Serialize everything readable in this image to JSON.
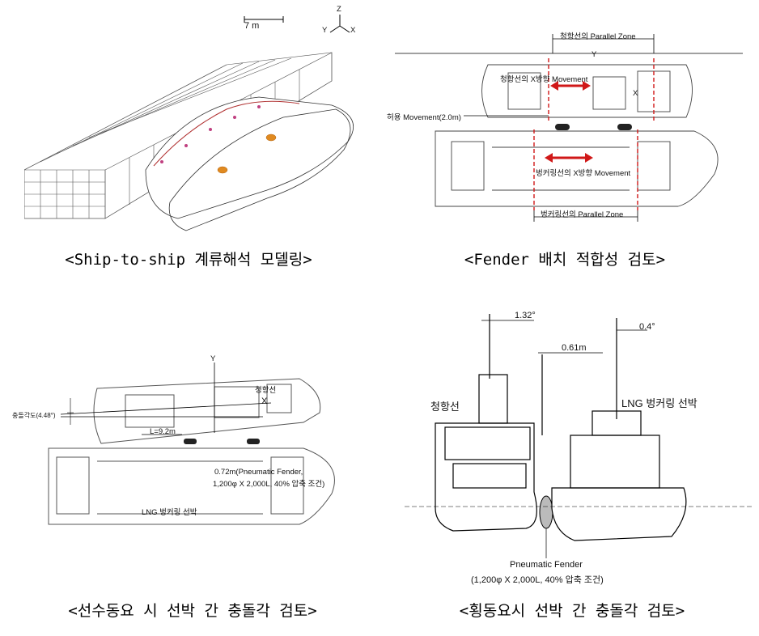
{
  "panel1": {
    "caption": "<Ship-to-ship 계류해석 모델링>",
    "scale_label": "7 m",
    "axis_z": "Z",
    "axis_y": "Y",
    "axis_x": "X"
  },
  "panel2": {
    "caption": "<Fender 배치 적합성 검토>",
    "top_zone": "청항선의 Parallel Zone",
    "bottom_zone": "벙커링선의 Parallel Zone",
    "upper_movement": "청항선의 X방향 Movement",
    "lower_movement": "벙커링선의 X방향 Movement",
    "allowable": "허용 Movement(2.0m)",
    "axis_y": "Y",
    "axis_x": "X"
  },
  "panel3": {
    "caption": "<선수동요 시 선박 간 충돌각 검토>",
    "upper_ship": "청항선",
    "collision_angle": "충돌각도(4.48°)",
    "length": "L=9.2m",
    "fender_note": "0.72m(Pneumatic Fender,",
    "fender_note2": "1,200φ X 2,000L, 40% 압축 조건)",
    "lower_ship": "LNG 벙커링 선박",
    "axis_y": "Y",
    "axis_x": "X"
  },
  "panel4": {
    "caption": "<횡동요시 선박 간 충돌각 검토>",
    "angle_left": "1.32°",
    "angle_right": "0.4°",
    "gap": "0.61m",
    "left_ship": "청항선",
    "right_ship": "LNG 벙커링 선박",
    "fender_label": "Pneumatic Fender",
    "fender_spec": "(1,200φ X 2,000L, 40% 압축 조건)"
  }
}
